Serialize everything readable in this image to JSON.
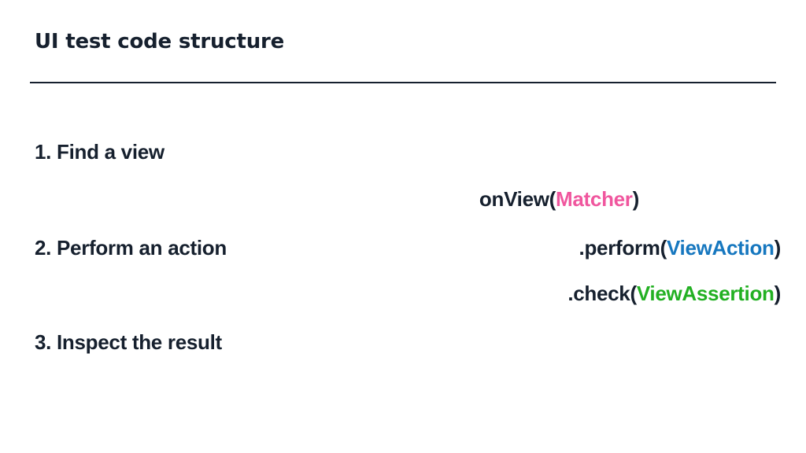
{
  "slide": {
    "title": "UI test code structure",
    "background_color": "#ffffff",
    "text_color": "#16202e",
    "rule_color": "#16202e"
  },
  "steps": [
    {
      "label": "1. Find a view"
    },
    {
      "label": "2. Perform an action"
    },
    {
      "label": "3. Inspect the result"
    }
  ],
  "code_lines": [
    {
      "prefix": "onView(",
      "type_name": "Matcher",
      "suffix": ")",
      "type_color": "#f0569e"
    },
    {
      "prefix": ".perform(",
      "type_name": "ViewAction",
      "suffix": ")",
      "type_color": "#1677bf"
    },
    {
      "prefix": ".check(",
      "type_name": "ViewAssertion",
      "suffix": ")",
      "type_color": "#22b022"
    }
  ]
}
